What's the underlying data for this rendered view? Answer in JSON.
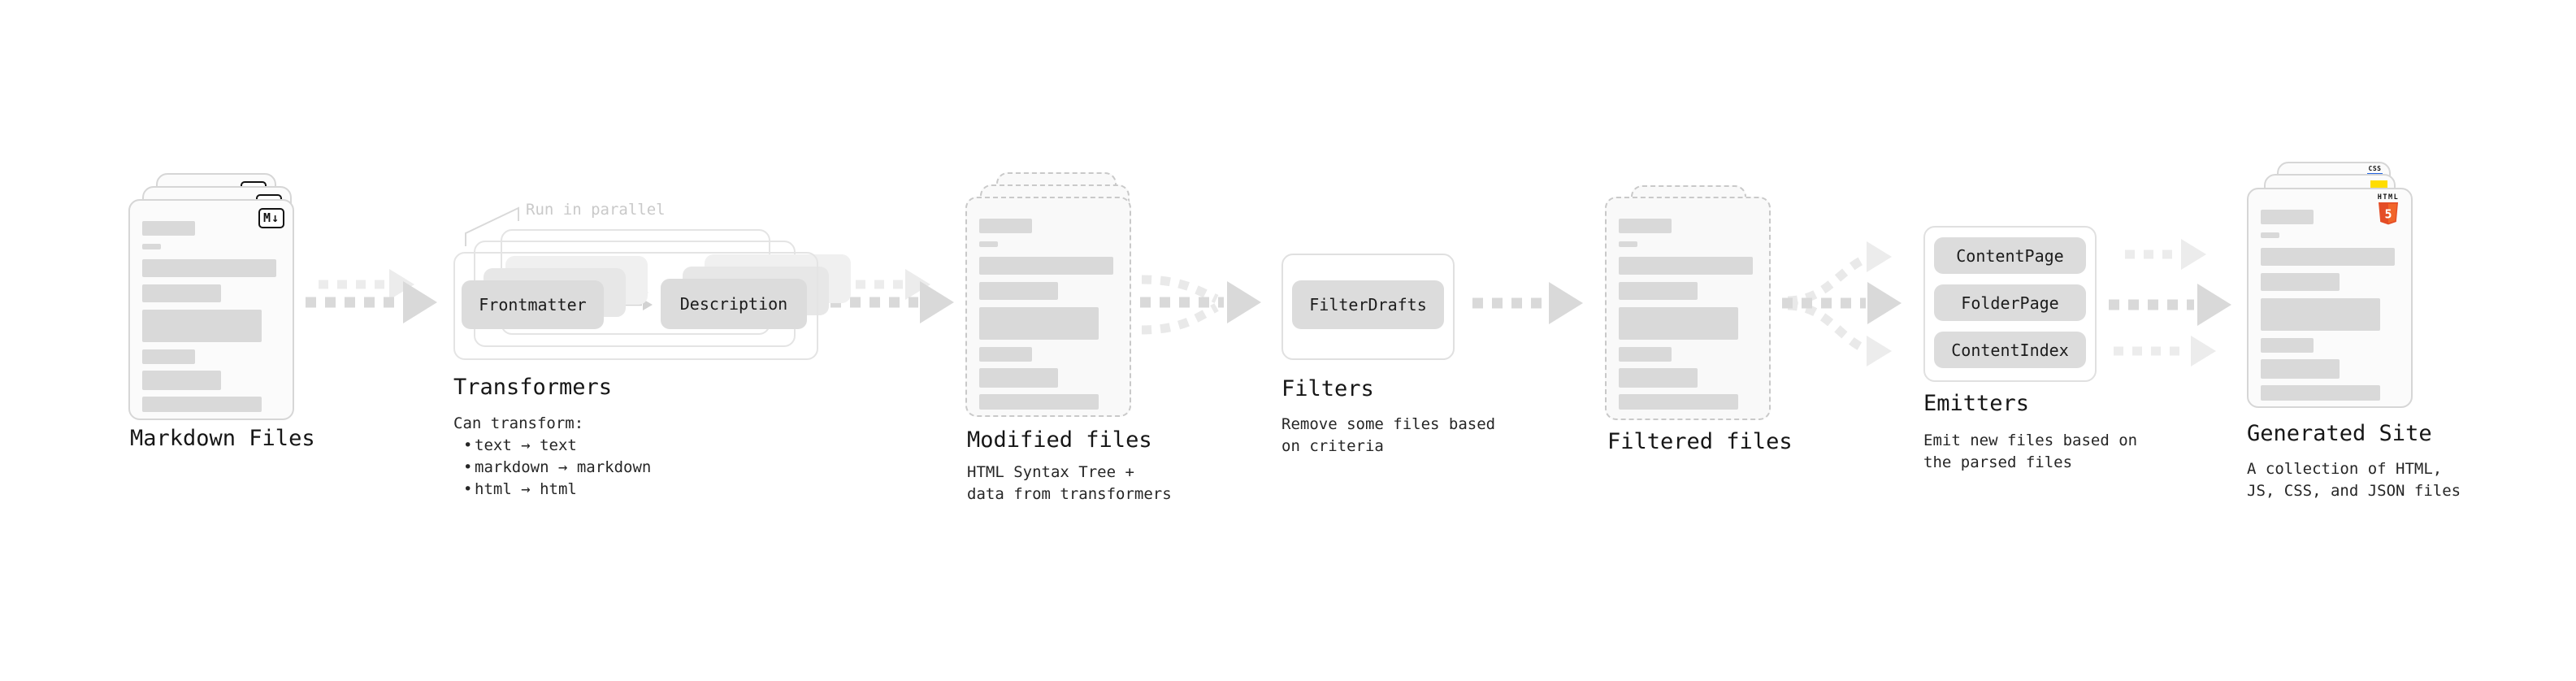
{
  "diagram": {
    "markdown_files": {
      "label": "Markdown Files",
      "icon": "M↓"
    },
    "transformers": {
      "annotation": "Run in parallel",
      "input_pill": "Frontmatter",
      "output_pill": "Description",
      "label": "Transformers",
      "desc_title": "Can transform:",
      "bullet_char": "•",
      "bullets": [
        "text → text",
        "markdown → markdown",
        "html → html"
      ]
    },
    "modified_files": {
      "label": "Modified files",
      "desc": [
        "HTML Syntax Tree +",
        "data from transformers"
      ]
    },
    "filters": {
      "pill": "FilterDrafts",
      "label": "Filters",
      "desc": [
        "Remove some files based",
        "on criteria"
      ]
    },
    "filtered_files": {
      "label": "Filtered files"
    },
    "emitters": {
      "pills": [
        "ContentPage",
        "FolderPage",
        "ContentIndex"
      ],
      "label": "Emitters",
      "desc": [
        "Emit new files based on",
        "the parsed files"
      ]
    },
    "generated_site": {
      "label": "Generated Site",
      "desc": [
        "A collection of HTML,",
        "JS, CSS, and JSON files"
      ],
      "css_badge": "CSS",
      "html5_badge": {
        "title": "HTML",
        "number": "5"
      }
    },
    "colors": {
      "arrow": "#d9d9d9",
      "arrow_faint": "#ececec",
      "skeleton_bar": "#d9d9d9",
      "css_blue": "#2264e0",
      "js_yellow": "#ffdd00",
      "html5_orange": "#e44d26",
      "html5_orange_light": "#f16529"
    }
  }
}
